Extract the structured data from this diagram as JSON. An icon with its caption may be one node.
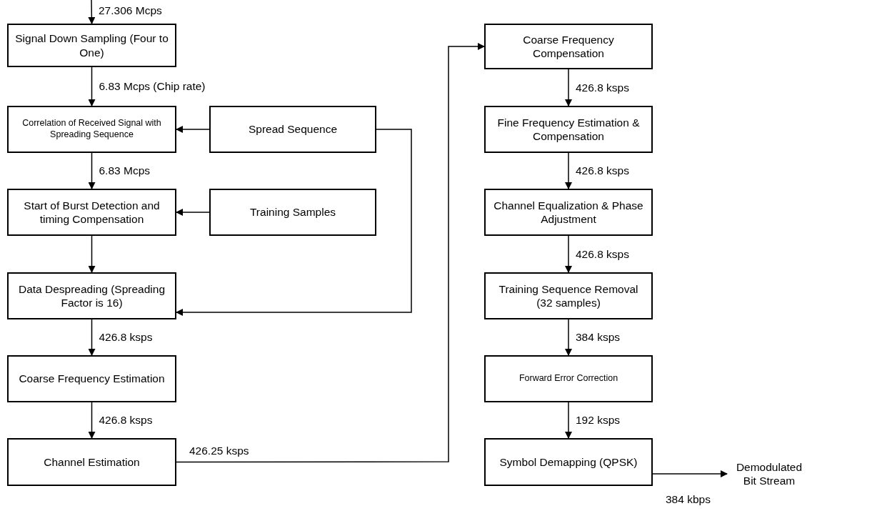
{
  "diagram": {
    "nodes": [
      {
        "text": [
          "Signal Down Sampling (Four to One)"
        ]
      },
      {
        "text": [
          "Correlation of Received Signal with Spreading Sequence"
        ]
      },
      {
        "text": [
          "Spread Sequence"
        ]
      },
      {
        "text": [
          "Start of Burst Detection and timing Compensation"
        ]
      },
      {
        "text": [
          "Training Samples"
        ]
      },
      {
        "text": [
          "Data Despreading (Spreading Factor is 16)"
        ]
      },
      {
        "text": [
          "Coarse Frequency Estimation"
        ]
      },
      {
        "text": [
          "Channel Estimation"
        ]
      },
      {
        "text": [
          "Coarse Frequency Compensation"
        ]
      },
      {
        "text": [
          "Fine Frequency Estimation & Compensation"
        ]
      },
      {
        "text": [
          "Channel Equalization & Phase Adjustment"
        ]
      },
      {
        "text": [
          "Training Sequence Removal (32 samples)"
        ]
      },
      {
        "text": [
          "Forward Error Correction"
        ]
      },
      {
        "text": [
          "Symbol Demapping (QPSK)"
        ]
      },
      {
        "text": [
          "Demodulated Bit Stream"
        ]
      }
    ],
    "edges": [
      {
        "from": null,
        "to": 0,
        "arrow": "to",
        "label": "27.306 Mcps"
      },
      {
        "from": 0,
        "to": 1,
        "arrow": "to",
        "label": "6.83 Mcps (Chip rate)"
      },
      {
        "from": 2,
        "to": 1,
        "arrow": "to"
      },
      {
        "from": 1,
        "to": 3,
        "arrow": "to",
        "label": "6.83 Mcps"
      },
      {
        "from": 4,
        "to": 3,
        "arrow": "to"
      },
      {
        "from": 3,
        "to": 5,
        "arrow": "to"
      },
      {
        "from": 2,
        "to": 5,
        "arrow": "to"
      },
      {
        "from": 5,
        "to": 6,
        "arrow": "to",
        "label": "426.8 ksps"
      },
      {
        "from": 6,
        "to": 7,
        "arrow": "to",
        "label": "426.8 ksps"
      },
      {
        "from": 7,
        "to": 8,
        "arrow": "to",
        "label": "426.25 ksps"
      },
      {
        "from": 8,
        "to": 9,
        "arrow": "to",
        "label": "426.8 ksps"
      },
      {
        "from": 9,
        "to": 10,
        "arrow": "to",
        "label": "426.8 ksps"
      },
      {
        "from": 10,
        "to": 11,
        "arrow": "to",
        "label": "426.8 ksps"
      },
      {
        "from": 11,
        "to": 12,
        "arrow": "to",
        "label": "384 ksps"
      },
      {
        "from": 12,
        "to": 13,
        "arrow": "to",
        "label": "192 ksps"
      },
      {
        "from": 13,
        "to": 14,
        "arrow": "to",
        "label": "384 kbps"
      }
    ]
  }
}
